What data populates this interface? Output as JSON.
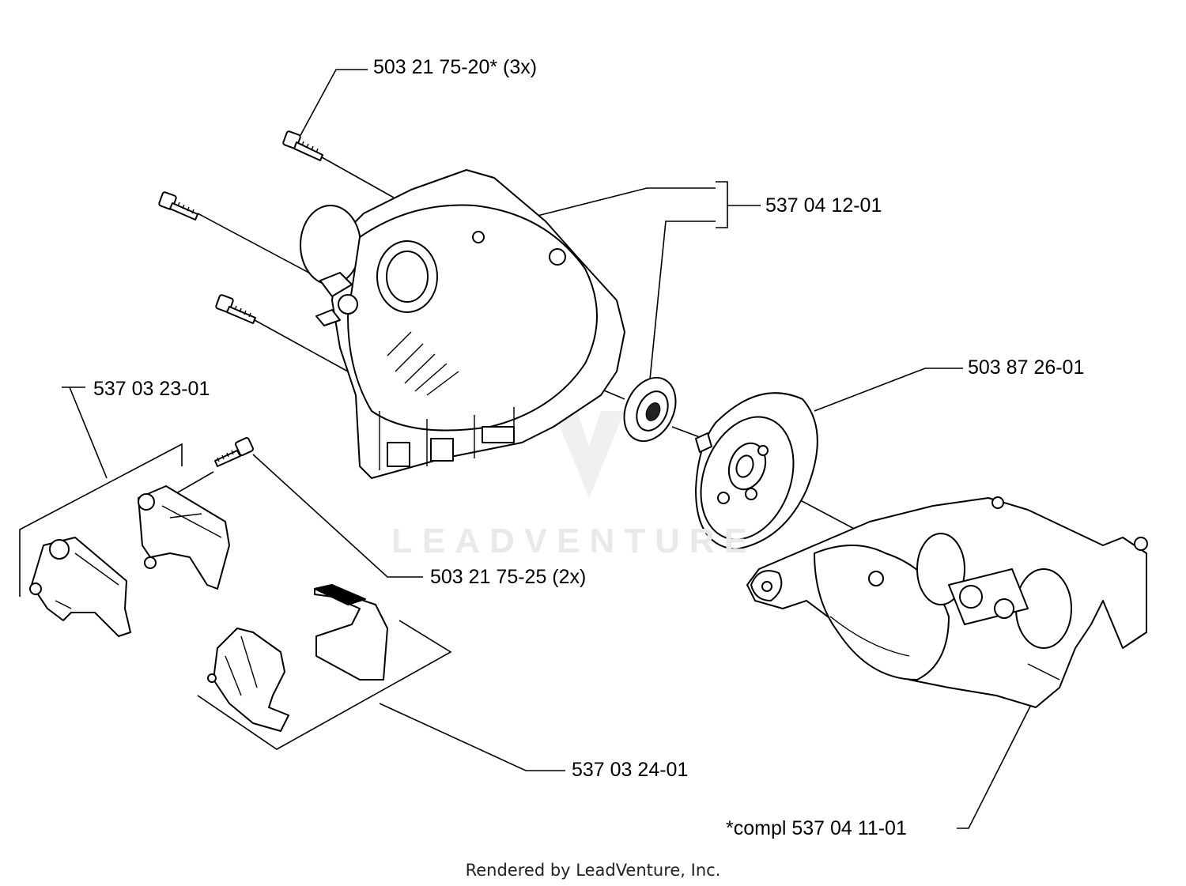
{
  "callouts": {
    "screws_top": "503 21 75-20* (3x)",
    "crankcase_half": "537 04 12-01",
    "clutch_drum": "503 87 26-01",
    "left_kit": "537 03 23-01",
    "screws_left": "503 21 75-25 (2x)",
    "bushings": "537 03 24-01",
    "complete_case": "*compl 537 04 11-01"
  },
  "watermark": "LEADVENTURE",
  "footer": "Rendered by LeadVenture, Inc."
}
